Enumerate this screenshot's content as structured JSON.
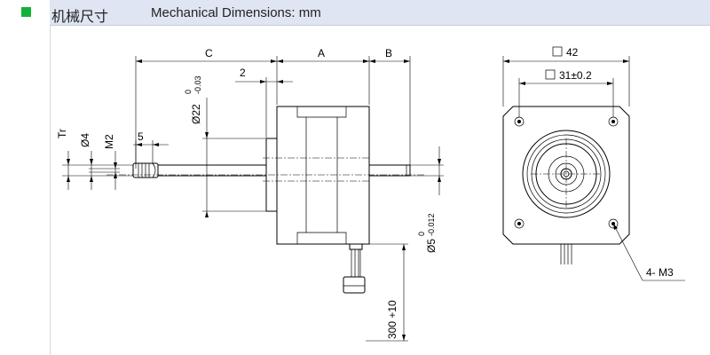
{
  "header": {
    "title_cn": "机械尺寸",
    "title_en": "Mechanical Dimensions: mm",
    "accent_color": "#12b23a",
    "bar_color": "#dfe5f2"
  },
  "side_view": {
    "label_c": "C",
    "label_a": "A",
    "label_b": "B",
    "label_2": "2",
    "label_boss": "Ø22",
    "label_boss_tol_upper": "0",
    "label_boss_tol_lower": "-0.03",
    "label_tr": "Tr",
    "label_d4": "Ø4",
    "label_m2": "M2",
    "label_5": "5",
    "label_shaft": "Ø5",
    "label_shaft_tol_upper": "0",
    "label_shaft_tol_lower": "-0.012",
    "label_lead": "300 +10"
  },
  "front_view": {
    "label_42": "42",
    "label_31": "31±0.2",
    "label_holes": "4- M3"
  }
}
